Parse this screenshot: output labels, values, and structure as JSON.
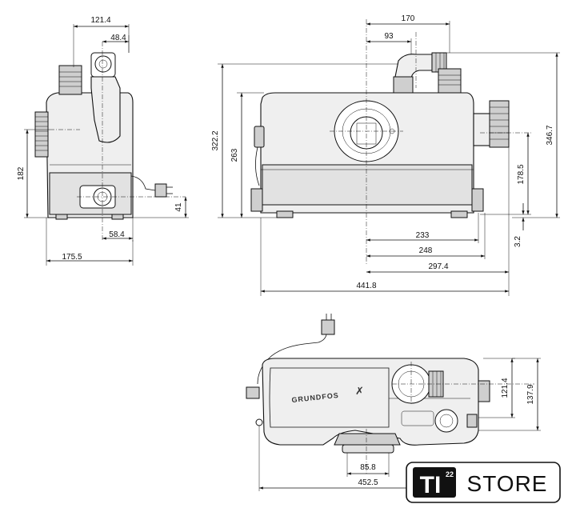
{
  "drawing": {
    "side_view": {
      "dims": {
        "top_width": "121.4",
        "top_offset": "48.4",
        "height_inlet": "182",
        "height_outlet": "41",
        "bottom_offset": "58.4",
        "total_depth": "175.5"
      }
    },
    "front_view": {
      "dims": {
        "top_width": "170",
        "top_offset": "93",
        "height_total": "322.2",
        "height_body": "263",
        "height_right_total": "346.7",
        "height_inlet_right": "178.5",
        "height_foot": "3.2",
        "bottom_233": "233",
        "bottom_248": "248",
        "bottom_297": "297.4",
        "total_width": "441.8"
      }
    },
    "top_view": {
      "brand": "GRUNDFOS",
      "dims": {
        "right_inner": "121.4",
        "right_outer": "137.9",
        "bottom_inlet": "85.8",
        "total_length": "452.5"
      }
    }
  },
  "store_badge": {
    "logo_text": "TI",
    "logo_superscript": "22",
    "label": "STORE"
  }
}
